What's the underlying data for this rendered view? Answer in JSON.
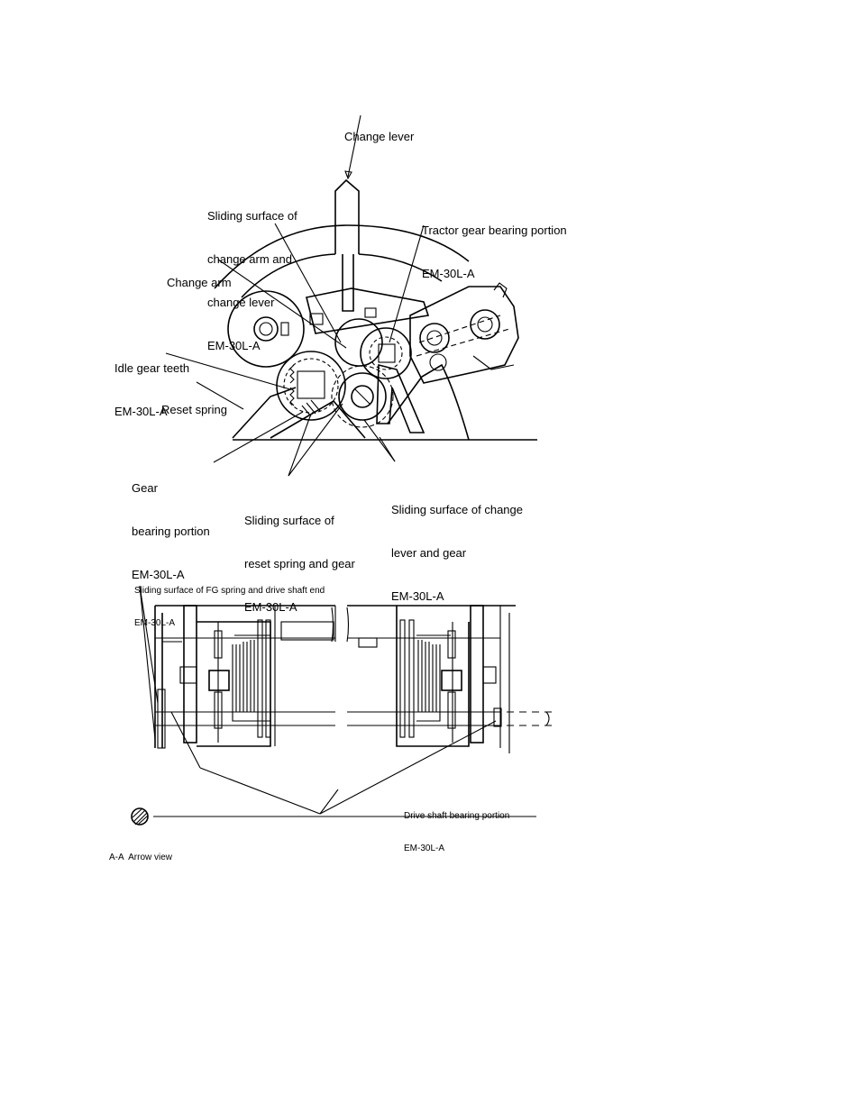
{
  "figure1": {
    "change_lever": [
      "Change lever"
    ],
    "sliding_arm_lever": [
      "Sliding surface of",
      "change arm and",
      "change lever",
      "EM-30L-A"
    ],
    "tractor_gear": [
      "Tractor gear bearing portion",
      "EM-30L-A"
    ],
    "change_arm": [
      "Change arm"
    ],
    "idle_gear": [
      "Idle gear teeth",
      "EM-30L-A"
    ],
    "reset_spring": [
      "Reset spring"
    ],
    "gear_bearing": [
      "Gear",
      "bearing portion",
      "EM-30L-A"
    ],
    "sliding_reset_gear": [
      "Sliding surface of",
      "reset spring and gear",
      "EM-30L-A"
    ],
    "sliding_lever_gear": [
      "Sliding surface of change",
      "lever and gear",
      "EM-30L-A"
    ]
  },
  "figure2": {
    "fg_spring": [
      "Sliding surface of FG spring and drive shaft end",
      "EM-30L-A"
    ],
    "drive_shaft": [
      "Drive shaft bearing portion",
      "EM-30L-A"
    ],
    "arrow_view": [
      "A-A  Arrow view"
    ]
  }
}
